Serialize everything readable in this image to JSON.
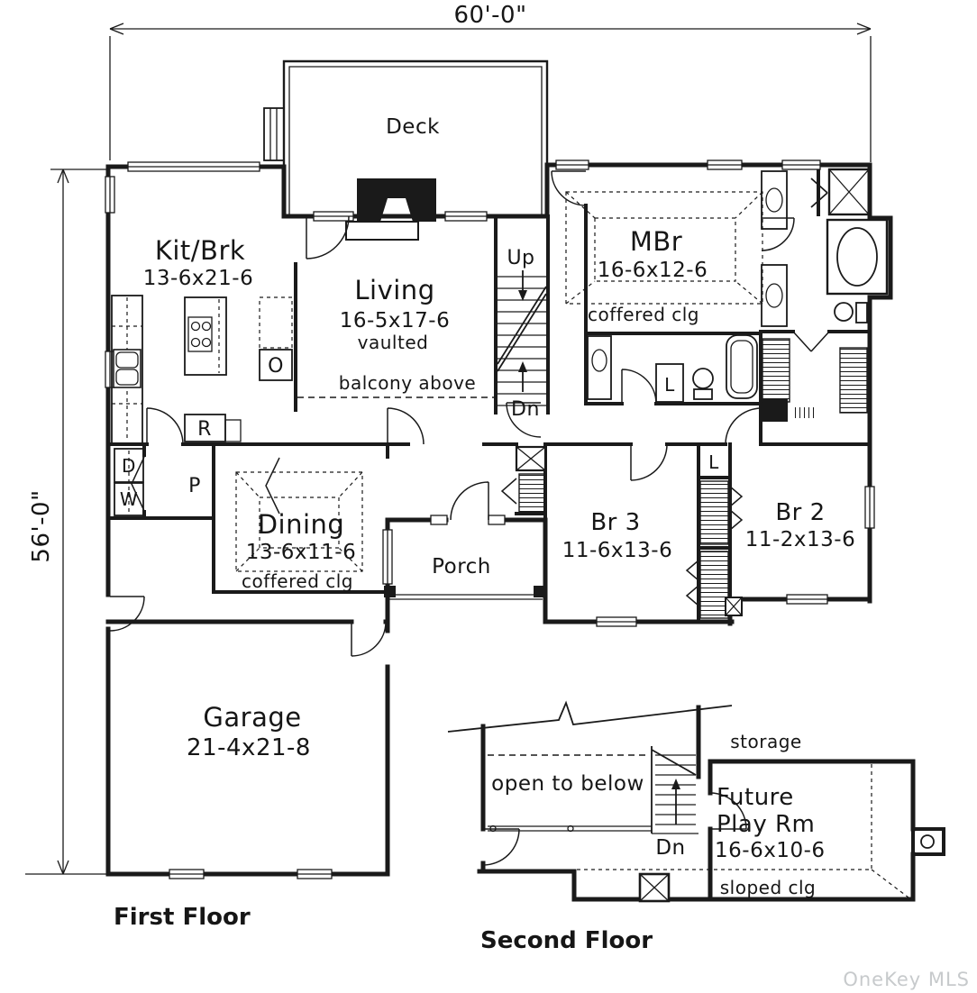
{
  "plan": {
    "width_label": "60'-0\"",
    "depth_label": "56'-0\"",
    "watermark": "OneKey MLS"
  },
  "first_floor": {
    "title": "First Floor",
    "rooms": {
      "deck": {
        "name": "Deck"
      },
      "kitchen_breakfast": {
        "name": "Kit/Brk",
        "size": "13-6x21-6"
      },
      "living": {
        "name": "Living",
        "size": "16-5x17-6",
        "ceiling": "vaulted"
      },
      "master_bedroom": {
        "name": "MBr",
        "size": "16-6x12-6",
        "ceiling": "coffered clg"
      },
      "dining": {
        "name": "Dining",
        "size": "13-6x11-6",
        "ceiling": "coffered clg"
      },
      "porch": {
        "name": "Porch"
      },
      "bedroom_3": {
        "name": "Br 3",
        "size": "11-6x13-6"
      },
      "bedroom_2": {
        "name": "Br 2",
        "size": "11-2x13-6"
      },
      "garage": {
        "name": "Garage",
        "size": "21-4x21-8"
      }
    },
    "annotations": {
      "balcony": "balcony above",
      "stairs_up": "Up",
      "stairs_down": "Dn",
      "oven": "O",
      "refrigerator": "R",
      "pantry": "P",
      "dryer": "D",
      "washer": "W",
      "linen_bath": "L",
      "linen_hall": "L"
    }
  },
  "second_floor": {
    "title": "Second Floor",
    "rooms": {
      "open_to_below": {
        "name": "open to below"
      },
      "storage": {
        "name": "storage"
      },
      "future_play_room": {
        "line1": "Future",
        "line2": "Play Rm",
        "size": "16-6x10-6",
        "ceiling": "sloped clg"
      }
    },
    "annotations": {
      "stairs_down": "Dn"
    }
  }
}
